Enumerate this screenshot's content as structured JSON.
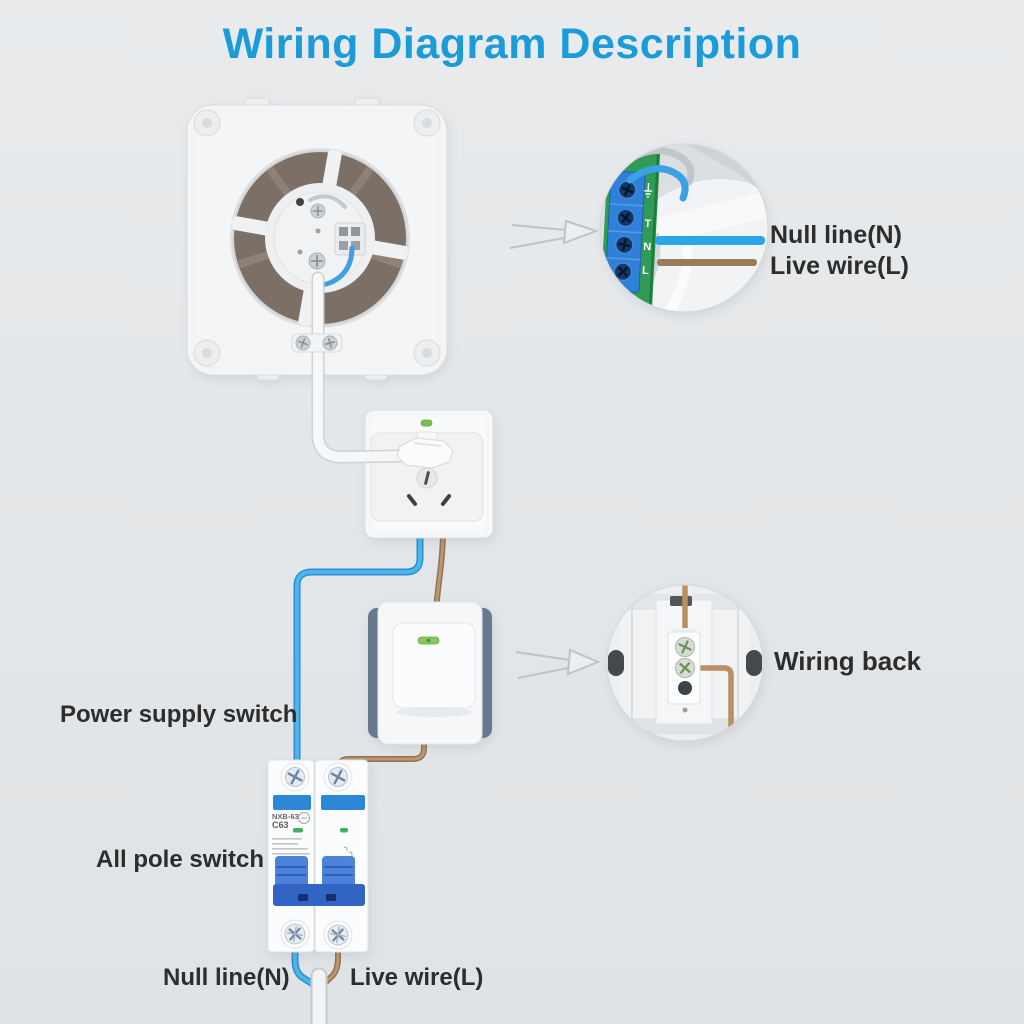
{
  "title": "Wiring Diagram Description",
  "labels": {
    "power_supply_switch": "Power supply switch",
    "all_pole_switch": "All pole switch",
    "null_line_bottom": "Null line(N)",
    "live_wire_bottom": "Live wire(L)"
  },
  "insets": {
    "terminal_closeup": {
      "null_label": "Null line(N)",
      "live_label": "Live wire(L)",
      "terminal_letters": {
        "t": "T",
        "n": "N",
        "l": "L"
      }
    },
    "wiring_back": {
      "label": "Wiring back"
    }
  },
  "breaker": {
    "model": "NXB-63",
    "rating": "C63"
  },
  "colors": {
    "title_blue": "#1b9cd9",
    "label_text": "#2d2d2d",
    "null_wire_blue": "#35a3e4",
    "live_wire_brown": "#9b7a57",
    "breaker_blue": "#2e86d6",
    "led_green": "#76c14f",
    "background": "#e4e7e9"
  }
}
